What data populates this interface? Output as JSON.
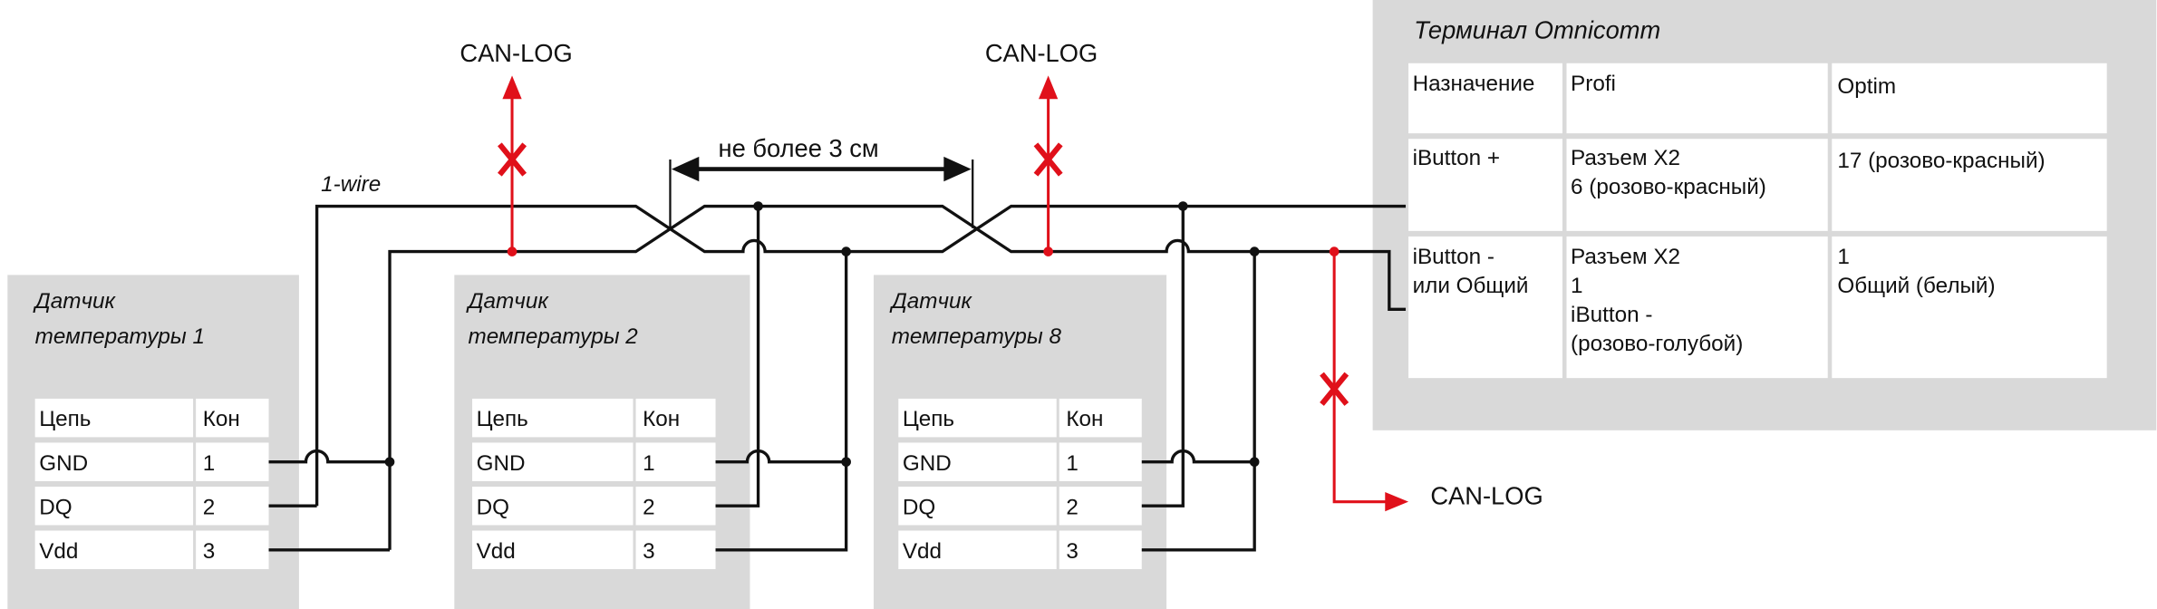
{
  "labels": {
    "can_log": "CAN-LOG",
    "one_wire": "1-wire",
    "distance": "не более 3 см"
  },
  "sensors": [
    {
      "title_line1": "Датчик",
      "title_line2": "температуры 1"
    },
    {
      "title_line1": "Датчик",
      "title_line2": "температуры 2"
    },
    {
      "title_line1": "Датчик",
      "title_line2": "температуры 8"
    }
  ],
  "sensor_table": {
    "headers": [
      "Цепь",
      "Кон"
    ],
    "rows": [
      [
        "GND",
        "1"
      ],
      [
        "DQ",
        "2"
      ],
      [
        "Vdd",
        "3"
      ]
    ]
  },
  "terminal": {
    "title": "Терминал Omnicomm",
    "headers": [
      "Назначение",
      "Profi",
      "Optim"
    ],
    "rows": [
      {
        "purpose": [
          "iButton +"
        ],
        "profi": [
          "Разъем X2",
          "6 (розово-красный)"
        ],
        "optim": [
          "17 (розово-красный)"
        ]
      },
      {
        "purpose": [
          "iButton -",
          "или Общий"
        ],
        "profi": [
          "Разъем X2",
          "1",
          "iButton -",
          "(розово-голубой)"
        ],
        "optim": [
          "1",
          "Общий (белый)"
        ]
      }
    ]
  },
  "colors": {
    "signal": "#e0101a",
    "box": "#d9d9d9"
  }
}
